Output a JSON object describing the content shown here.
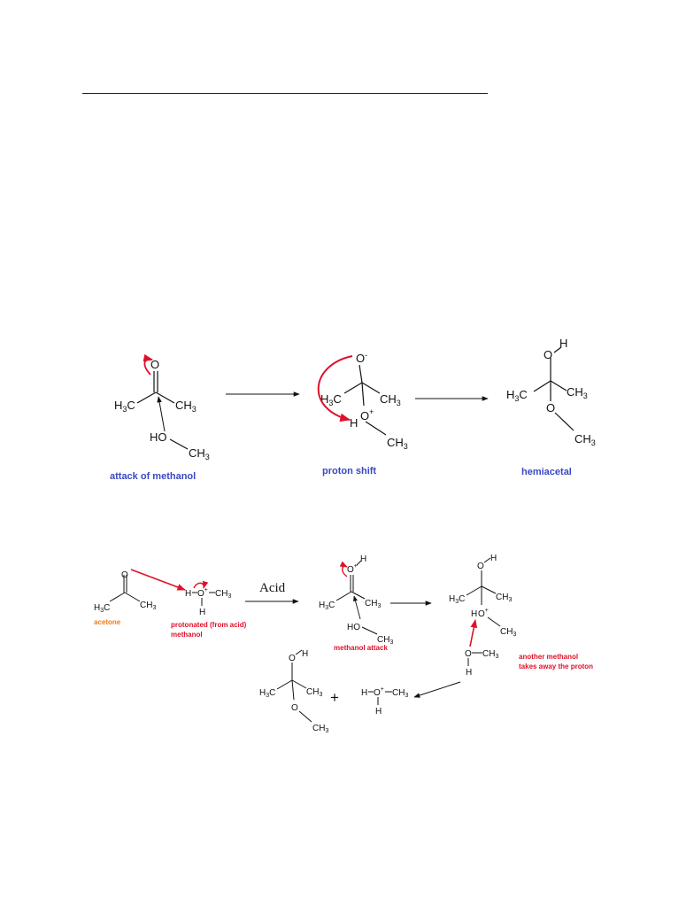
{
  "colors": {
    "caption_blue": "#3a49c2",
    "caption_red": "#e0102a",
    "caption_orange": "#f07a1a",
    "arrow_red": "#e0102a",
    "ink": "#111111"
  },
  "scheme1": {
    "captions": {
      "attack": "attack of methanol",
      "proton_shift": "proton shift",
      "hemiacetal": "hemiacetal"
    },
    "atoms": {
      "o": "O",
      "h3c": "H3C",
      "ch3": "CH3",
      "ho": "HO",
      "h": "H",
      "o_minus": "O-",
      "o_plus": "O+"
    }
  },
  "scheme2": {
    "captions": {
      "acetone": "acetone",
      "protonated_line1": "protonated (from acid)",
      "protonated_line2": "methanol",
      "methanol_attack": "methanol attack",
      "another_line1": "another methanol",
      "another_line2": "takes away the proton"
    },
    "reagent": "Acid",
    "plus": "+"
  }
}
